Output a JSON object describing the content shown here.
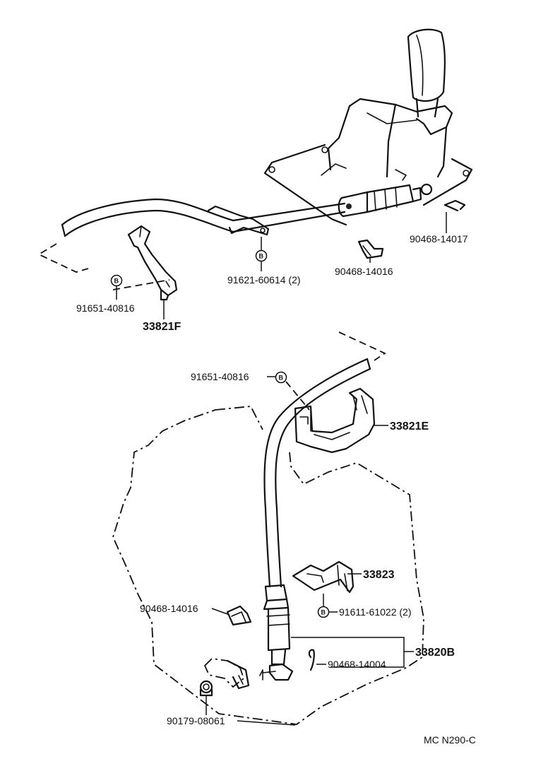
{
  "labels": {
    "p90468_14017": "90468-14017",
    "p91621_60614": "91621-60614 (2)",
    "p90468_14016_top": "90468-14016",
    "p91651_40816_top": "91651-40816",
    "p33821F": "33821F",
    "p91651_40816_mid": "91651-40816",
    "p33821E": "33821E",
    "p33823": "33823",
    "p90468_14016_low": "90468-14016",
    "p91611_61022": "91611-61022 (2)",
    "p33820B": "33820B",
    "p90468_14004": "90468-14004",
    "p90179_08061": "90179-08061",
    "code": "MC N290-C"
  },
  "markers": {
    "bolt": "B"
  }
}
